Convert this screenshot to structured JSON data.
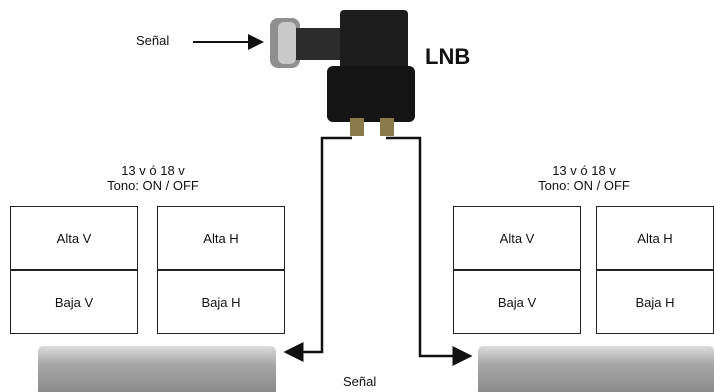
{
  "input_label": "Señal",
  "lnb_label": "LNB",
  "left_group": {
    "header_line1": "13 v ó 18 v",
    "header_line2": "Tono: ON / OFF",
    "cells": [
      "Alta V",
      "Alta H",
      "Baja V",
      "Baja H"
    ]
  },
  "right_group": {
    "header_line1": "13 v ó 18 v",
    "header_line2": "Tono: ON / OFF",
    "cells": [
      "Alta V",
      "Alta H",
      "Baja V",
      "Baja H"
    ]
  },
  "output_label": "Señal"
}
